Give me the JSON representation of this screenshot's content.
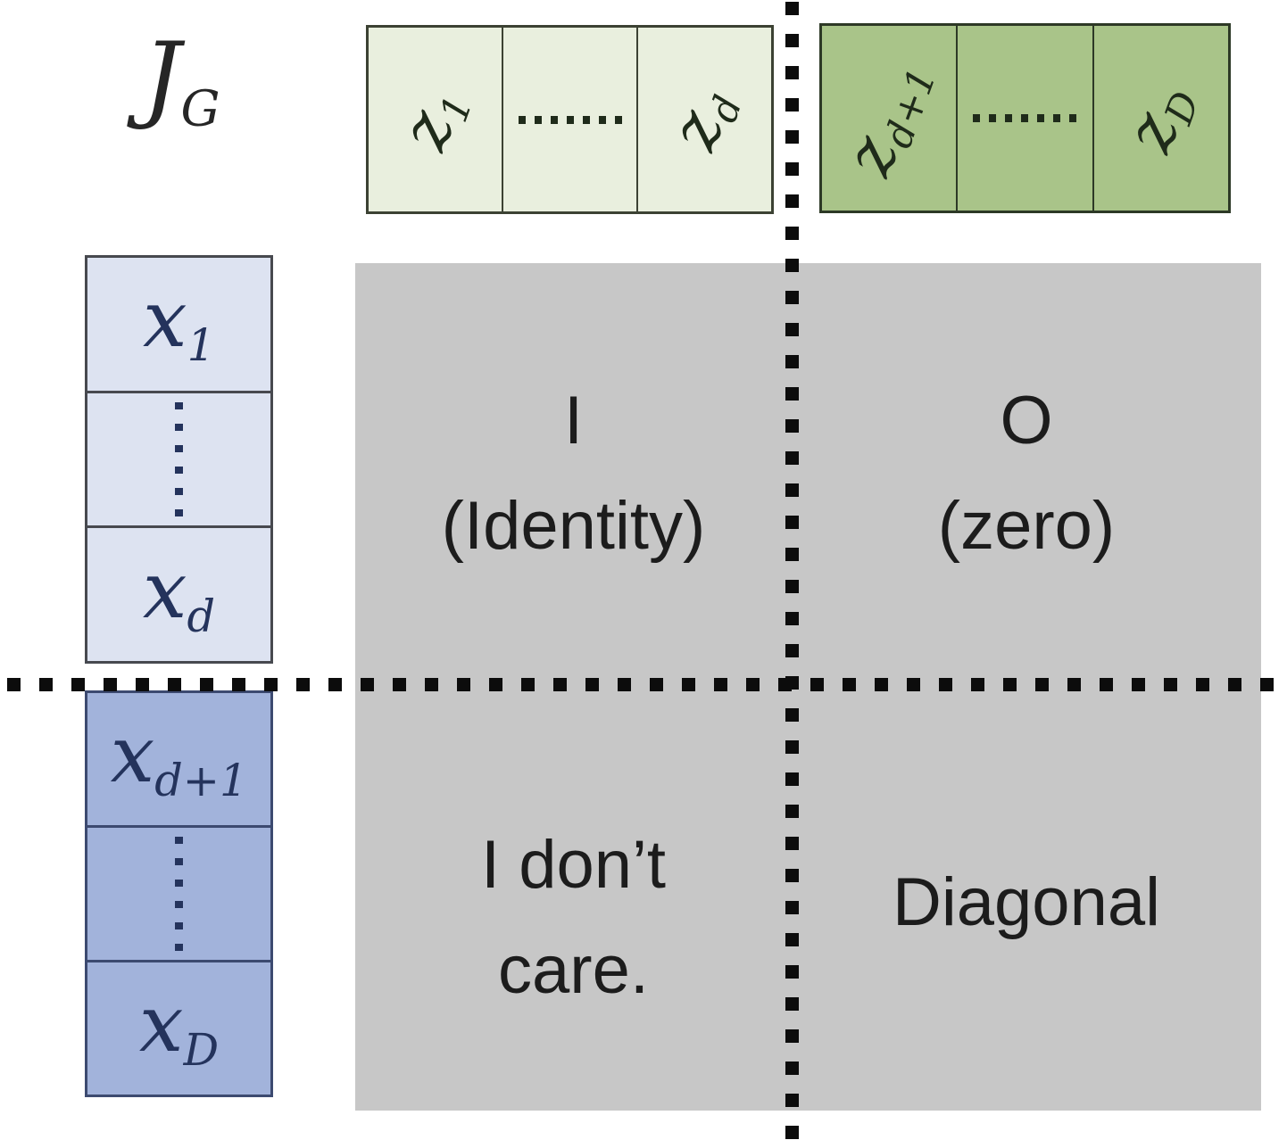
{
  "title": {
    "symbol": "J",
    "subscript": "G"
  },
  "header": {
    "left_block": {
      "first": {
        "base": "z",
        "sub": "1"
      },
      "last": {
        "base": "z",
        "sub": "d"
      }
    },
    "right_block": {
      "first": {
        "base": "z",
        "sub": "d+1"
      },
      "last": {
        "base": "z",
        "sub": "D"
      }
    }
  },
  "rows": {
    "upper_block": {
      "first": {
        "base": "x",
        "sub": "1"
      },
      "last": {
        "base": "x",
        "sub": "d"
      }
    },
    "lower_block": {
      "first": {
        "base": "x",
        "sub": "d+1"
      },
      "last": {
        "base": "x",
        "sub": "D"
      }
    }
  },
  "quadrants": {
    "top_left": {
      "line1": "I",
      "line2": "(Identity)"
    },
    "top_right": {
      "line1": "O",
      "line2": "(zero)"
    },
    "bottom_left": {
      "line1": "I don’t",
      "line2": "care."
    },
    "bottom_right": {
      "line1": "Diagonal"
    }
  },
  "colors": {
    "header_light_bg": "#e9efde",
    "header_light_border": "#3c4233",
    "header_dark_bg": "#a9c489",
    "header_dark_border": "#2d3926",
    "rows_light_bg": "#dde3f1",
    "rows_light_border": "#47494f",
    "rows_dark_bg": "#a2b3db",
    "rows_dark_border": "#3c4a70",
    "matrix_bg": "#c7c7c7",
    "dotted": "#0c0c0c",
    "z_text": "#1f2b1a",
    "x_text": "#24335c",
    "quad_text": "#1c1c1c",
    "title_text": "#262626"
  }
}
